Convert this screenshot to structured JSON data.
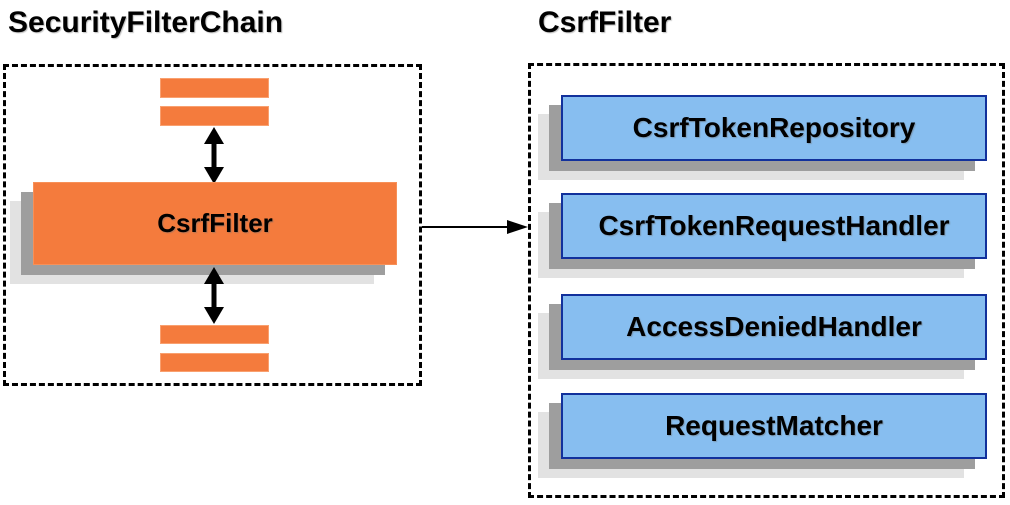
{
  "left_panel": {
    "title": "SecurityFilterChain",
    "filter_box": {
      "label": "CsrfFilter"
    },
    "placeholder_bars": {
      "above": 2,
      "below": 2
    }
  },
  "right_panel": {
    "title": "CsrfFilter",
    "components": [
      {
        "label": "CsrfTokenRepository"
      },
      {
        "label": "CsrfTokenRequestHandler"
      },
      {
        "label": "AccessDeniedHandler"
      },
      {
        "label": "RequestMatcher"
      }
    ]
  },
  "arrows": {
    "vertical": "bidirectional-between-chain-filters",
    "horizontal": "csrf-filter-to-components"
  },
  "colors": {
    "orange_fill": "#F47B3D",
    "orange_border": "#F9A06F",
    "blue_fill": "#87BEF0",
    "blue_border": "#12319C",
    "shadow_dark": "#9E9E9E",
    "shadow_light": "#E2E2E2",
    "line": "#000000",
    "text": "#000000",
    "background": "#FFFFFF"
  }
}
